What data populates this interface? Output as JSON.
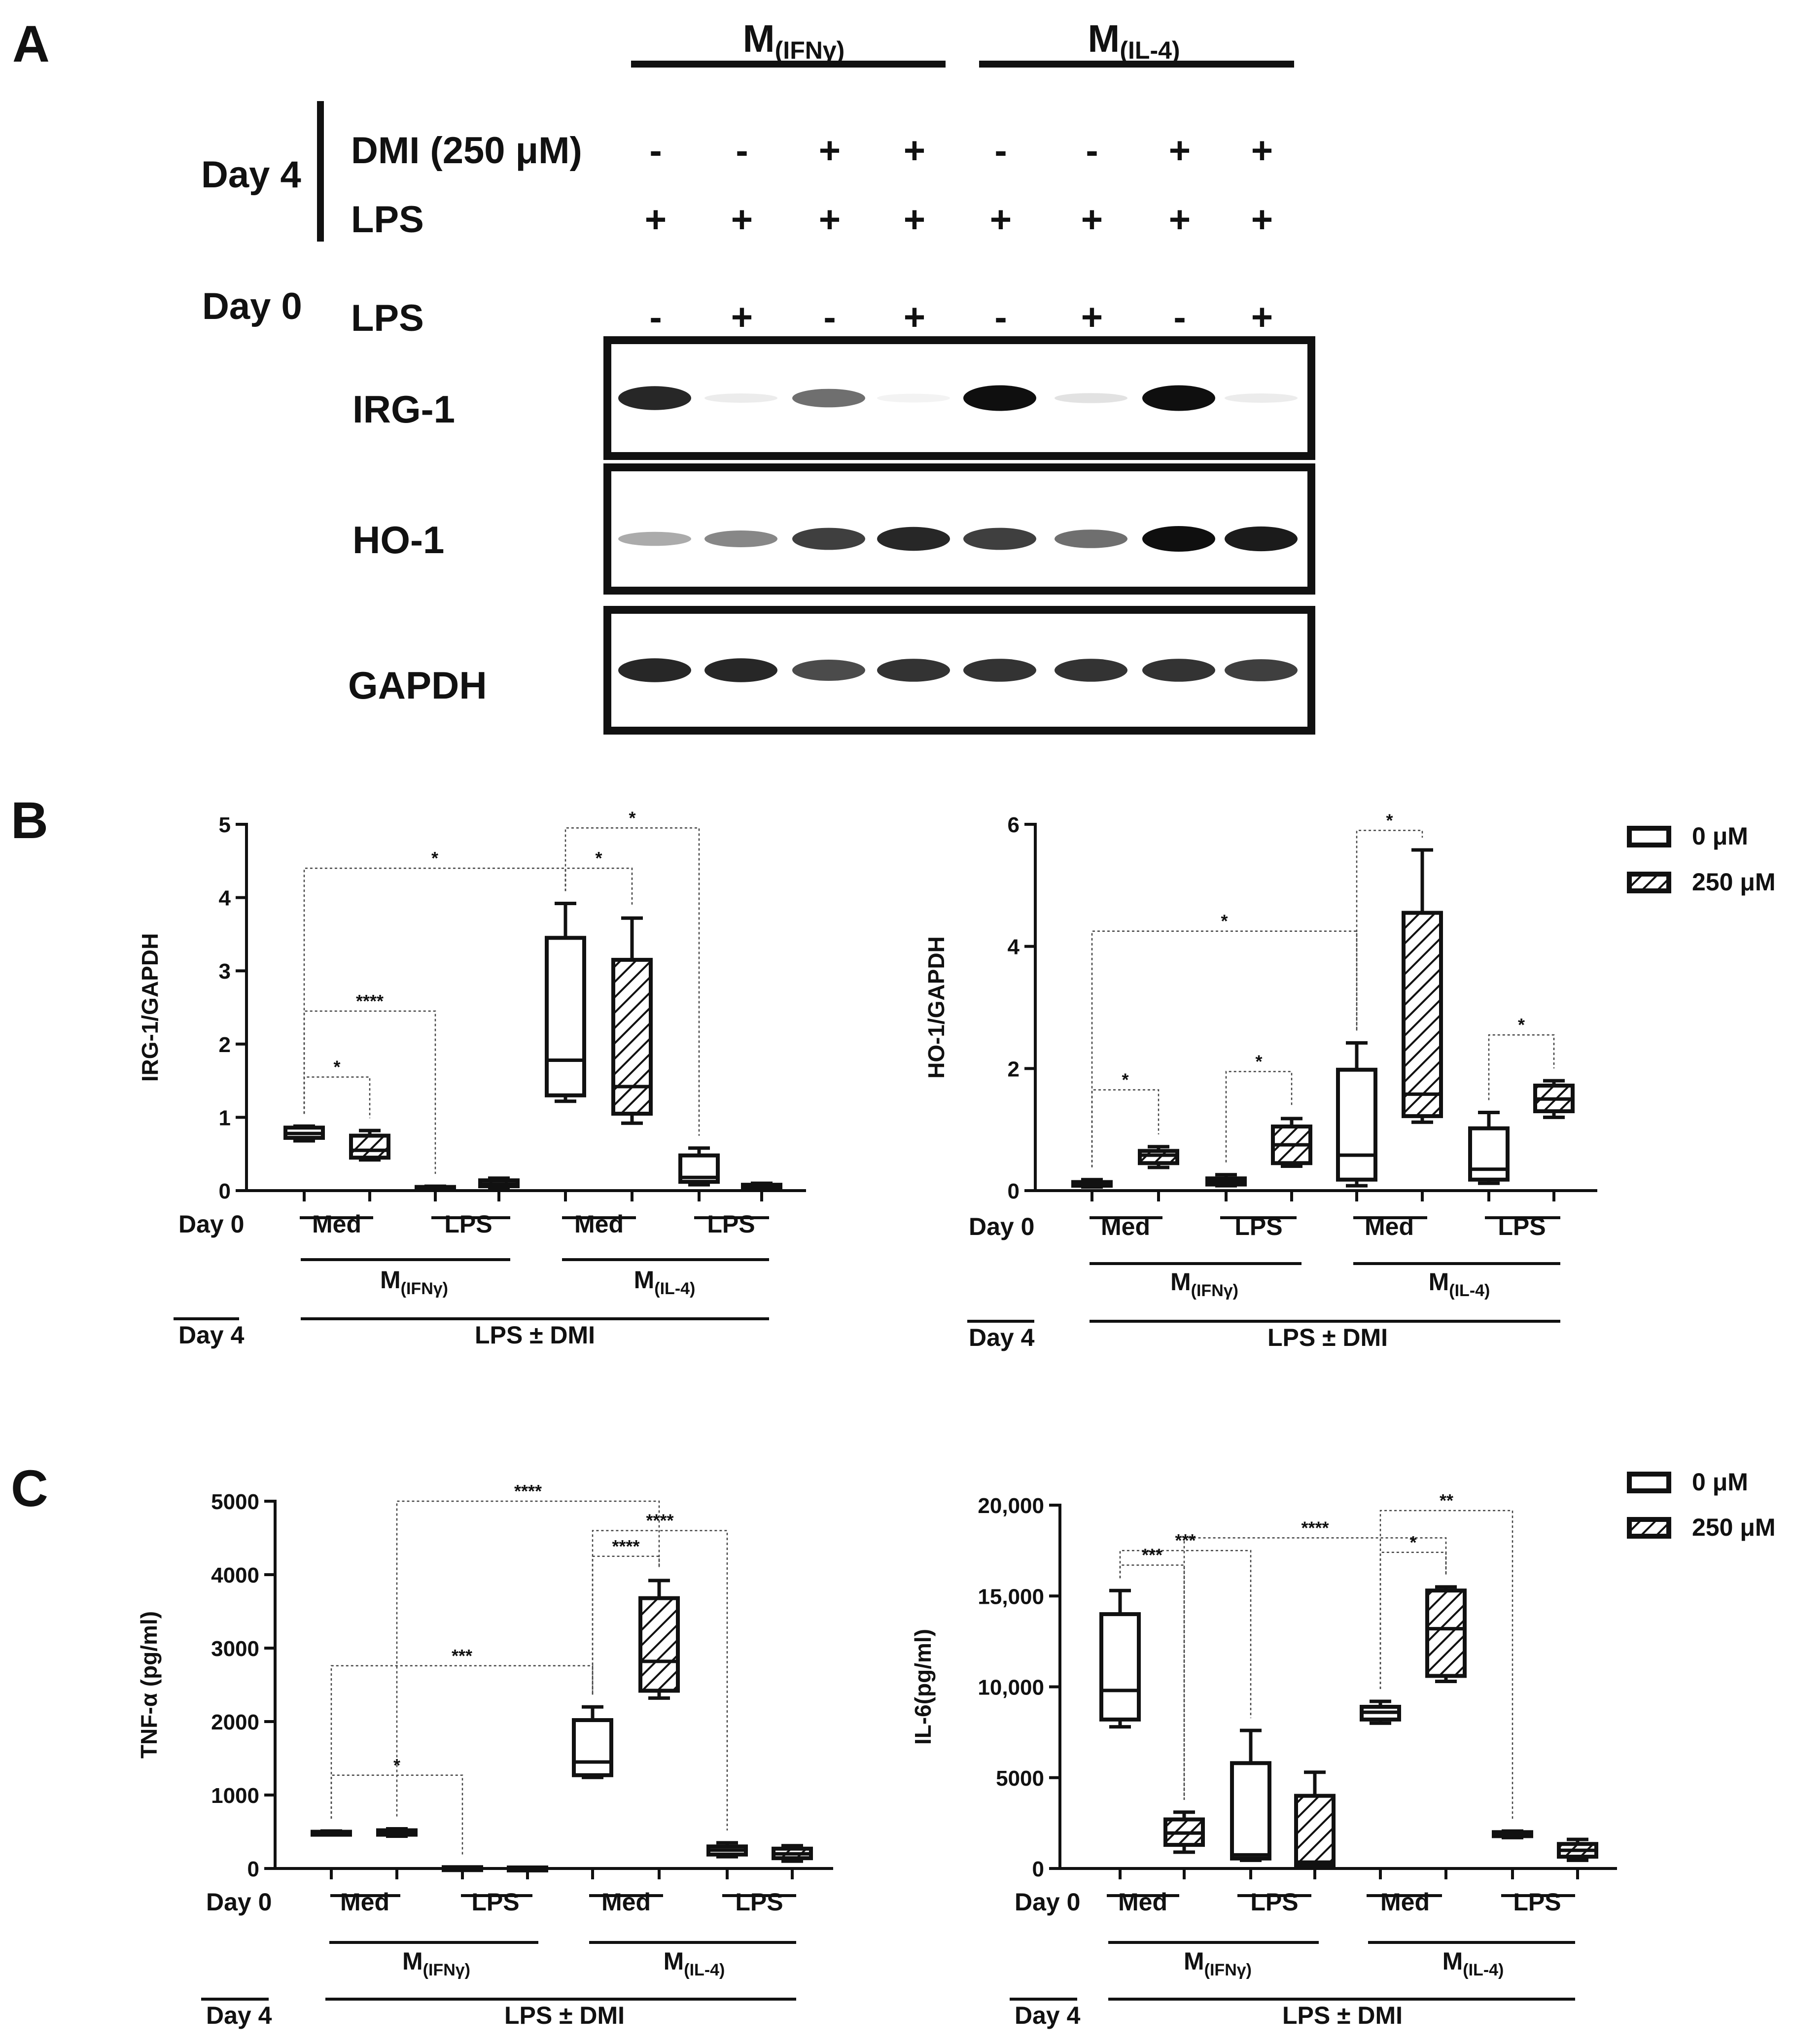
{
  "panels": {
    "A": {
      "letter": "A",
      "groups": [
        {
          "main": "M",
          "sub": "(IFNγ)"
        },
        {
          "main": "M",
          "sub": "(IL-4)"
        }
      ],
      "day4_label": "Day 4",
      "day0_label": "Day 0",
      "rows": [
        {
          "label": "DMI (250 μM)",
          "values": [
            "-",
            "-",
            "+",
            "+",
            "-",
            "-",
            "+",
            "+"
          ]
        },
        {
          "label": "LPS",
          "values": [
            "+",
            "+",
            "+",
            "+",
            "+",
            "+",
            "+",
            "+"
          ]
        },
        {
          "label": "LPS",
          "values": [
            "-",
            "+",
            "-",
            "+",
            "-",
            "+",
            "-",
            "+"
          ]
        }
      ],
      "blots": [
        {
          "label": "IRG-1",
          "intensity": [
            0.9,
            0.08,
            0.6,
            0.05,
            1.0,
            0.12,
            1.0,
            0.08
          ]
        },
        {
          "label": "HO-1",
          "intensity": [
            0.35,
            0.5,
            0.8,
            0.9,
            0.8,
            0.6,
            1.0,
            0.95
          ]
        },
        {
          "label": "GAPDH",
          "intensity": [
            0.9,
            0.9,
            0.75,
            0.85,
            0.85,
            0.85,
            0.85,
            0.8
          ]
        }
      ]
    },
    "B": {
      "letter": "B"
    },
    "C": {
      "letter": "C"
    }
  },
  "axis_common": {
    "day0_label": "Day 0",
    "day4_label": "Day 4",
    "med_label": "Med",
    "lps_label": "LPS",
    "group1_main": "M",
    "group1_sub": "(IFNγ)",
    "group2_main": "M",
    "group2_sub": "(IL-4)",
    "treatment_label": "LPS ± DMI"
  },
  "legend": {
    "entries": [
      "0 μM",
      "250 μM"
    ]
  },
  "chart_data": [
    {
      "type": "box",
      "ylabel": "IRG-1/GAPDH",
      "ylim": [
        0,
        5
      ],
      "yticks": [
        "0",
        "1",
        "2",
        "3",
        "4",
        "5"
      ],
      "ytick_values": [
        0,
        1,
        2,
        3,
        4,
        5
      ],
      "series_names": [
        "0 μM",
        "250 μM"
      ],
      "boxes": [
        {
          "group": "M(IFNγ) Med",
          "dmi": "0 μM",
          "min": 0.68,
          "q1": 0.72,
          "median": 0.78,
          "q3": 0.86,
          "max": 0.88
        },
        {
          "group": "M(IFNγ) Med",
          "dmi": "250 μM",
          "min": 0.42,
          "q1": 0.45,
          "median": 0.55,
          "q3": 0.75,
          "max": 0.82
        },
        {
          "group": "M(IFNγ) LPS",
          "dmi": "0 μM",
          "min": 0.02,
          "q1": 0.03,
          "median": 0.04,
          "q3": 0.05,
          "max": 0.06
        },
        {
          "group": "M(IFNγ) LPS",
          "dmi": "250 μM",
          "min": 0.04,
          "q1": 0.06,
          "median": 0.09,
          "q3": 0.14,
          "max": 0.17
        },
        {
          "group": "M(IL-4) Med",
          "dmi": "0 μM",
          "min": 1.22,
          "q1": 1.3,
          "median": 1.78,
          "q3": 3.45,
          "max": 3.92
        },
        {
          "group": "M(IL-4) Med",
          "dmi": "250 μM",
          "min": 0.92,
          "q1": 1.05,
          "median": 1.42,
          "q3": 3.15,
          "max": 3.72
        },
        {
          "group": "M(IL-4) LPS",
          "dmi": "0 μM",
          "min": 0.08,
          "q1": 0.12,
          "median": 0.18,
          "q3": 0.48,
          "max": 0.58
        },
        {
          "group": "M(IL-4) LPS",
          "dmi": "250 μM",
          "min": 0.02,
          "q1": 0.03,
          "median": 0.05,
          "q3": 0.08,
          "max": 0.1
        }
      ],
      "significance": [
        {
          "label": "*",
          "from": 4,
          "to": 6,
          "y": 4.95
        },
        {
          "label": "*",
          "from": 0,
          "to": 4,
          "y": 4.4
        },
        {
          "label": "*",
          "from": 4,
          "to": 5,
          "y": 4.4
        },
        {
          "label": "****",
          "from": 0,
          "to": 2,
          "y": 2.45
        },
        {
          "label": "*",
          "from": 0,
          "to": 1,
          "y": 1.55
        }
      ]
    },
    {
      "type": "box",
      "ylabel": "HO-1/GAPDH",
      "ylim": [
        0,
        6
      ],
      "yticks": [
        "0",
        "2",
        "4",
        "6"
      ],
      "ytick_values": [
        0,
        2,
        4,
        6
      ],
      "series_names": [
        "0 μM",
        "250 μM"
      ],
      "boxes": [
        {
          "group": "M(IFNγ) Med",
          "dmi": "0 μM",
          "min": 0.06,
          "q1": 0.08,
          "median": 0.1,
          "q3": 0.14,
          "max": 0.18
        },
        {
          "group": "M(IFNγ) Med",
          "dmi": "250 μM",
          "min": 0.38,
          "q1": 0.45,
          "median": 0.58,
          "q3": 0.65,
          "max": 0.72
        },
        {
          "group": "M(IFNγ) LPS",
          "dmi": "0 μM",
          "min": 0.08,
          "q1": 0.1,
          "median": 0.15,
          "q3": 0.2,
          "max": 0.26
        },
        {
          "group": "M(IFNγ) LPS",
          "dmi": "250 μM",
          "min": 0.4,
          "q1": 0.45,
          "median": 0.75,
          "q3": 1.05,
          "max": 1.18
        },
        {
          "group": "M(IL-4) Med",
          "dmi": "0 μM",
          "min": 0.08,
          "q1": 0.18,
          "median": 0.58,
          "q3": 1.98,
          "max": 2.42
        },
        {
          "group": "M(IL-4) Med",
          "dmi": "250 μM",
          "min": 1.12,
          "q1": 1.22,
          "median": 1.58,
          "q3": 4.55,
          "max": 5.58
        },
        {
          "group": "M(IL-4) LPS",
          "dmi": "0 μM",
          "min": 0.12,
          "q1": 0.18,
          "median": 0.35,
          "q3": 1.02,
          "max": 1.28
        },
        {
          "group": "M(IL-4) LPS",
          "dmi": "250 μM",
          "min": 1.2,
          "q1": 1.3,
          "median": 1.5,
          "q3": 1.72,
          "max": 1.8
        }
      ],
      "significance": [
        {
          "label": "*",
          "from": 4,
          "to": 5,
          "y": 5.9
        },
        {
          "label": "*",
          "from": 0,
          "to": 4,
          "y": 4.25
        },
        {
          "label": "*",
          "from": 6,
          "to": 7,
          "y": 2.55
        },
        {
          "label": "*",
          "from": 0,
          "to": 1,
          "y": 1.65
        },
        {
          "label": "*",
          "from": 2,
          "to": 3,
          "y": 1.95
        }
      ]
    },
    {
      "type": "box",
      "ylabel": "TNF-α (pg/ml)",
      "ylim": [
        0,
        5000
      ],
      "yticks": [
        "0",
        "1000",
        "2000",
        "3000",
        "4000",
        "5000"
      ],
      "ytick_values": [
        0,
        1000,
        2000,
        3000,
        4000,
        5000
      ],
      "series_names": [
        "0 μM",
        "250 μM"
      ],
      "boxes": [
        {
          "group": "M(IFNγ) Med",
          "dmi": "0 μM",
          "min": 470,
          "q1": 480,
          "median": 490,
          "q3": 500,
          "max": 510
        },
        {
          "group": "M(IFNγ) Med",
          "dmi": "250 μM",
          "min": 440,
          "q1": 460,
          "median": 490,
          "q3": 520,
          "max": 540
        },
        {
          "group": "M(IFNγ) LPS",
          "dmi": "0 μM",
          "min": 10,
          "q1": 12,
          "median": 15,
          "q3": 18,
          "max": 20
        },
        {
          "group": "M(IFNγ) LPS",
          "dmi": "250 μM",
          "min": 8,
          "q1": 10,
          "median": 12,
          "q3": 14,
          "max": 16
        },
        {
          "group": "M(IL-4) Med",
          "dmi": "0 μM",
          "min": 1240,
          "q1": 1270,
          "median": 1450,
          "q3": 2020,
          "max": 2200
        },
        {
          "group": "M(IL-4) Med",
          "dmi": "250 μM",
          "min": 2320,
          "q1": 2420,
          "median": 2820,
          "q3": 3680,
          "max": 3920
        },
        {
          "group": "M(IL-4) LPS",
          "dmi": "0 μM",
          "min": 160,
          "q1": 190,
          "median": 250,
          "q3": 300,
          "max": 350
        },
        {
          "group": "M(IL-4) LPS",
          "dmi": "250 μM",
          "min": 100,
          "q1": 140,
          "median": 200,
          "q3": 270,
          "max": 310
        }
      ],
      "significance": [
        {
          "label": "****",
          "from": 1,
          "to": 5,
          "y": 5000
        },
        {
          "label": "****",
          "from": 4,
          "to": 6,
          "y": 4600
        },
        {
          "label": "****",
          "from": 4,
          "to": 5,
          "y": 4250
        },
        {
          "label": "***",
          "from": 0,
          "to": 4,
          "y": 2760
        },
        {
          "label": "*",
          "from": 0,
          "to": 2,
          "y": 1270
        }
      ]
    },
    {
      "type": "box",
      "ylabel": "IL-6(pg/ml)",
      "ylim": [
        0,
        20000
      ],
      "yticks": [
        "0",
        "5000",
        "10,000",
        "15,000",
        "20,000"
      ],
      "ytick_values": [
        0,
        5000,
        10000,
        15000,
        20000
      ],
      "series_names": [
        "0 μM",
        "250 μM"
      ],
      "boxes": [
        {
          "group": "M(IFNγ) Med",
          "dmi": "0 μM",
          "min": 7800,
          "q1": 8200,
          "median": 9800,
          "q3": 14000,
          "max": 15300
        },
        {
          "group": "M(IFNγ) Med",
          "dmi": "250 μM",
          "min": 900,
          "q1": 1300,
          "median": 1950,
          "q3": 2700,
          "max": 3100
        },
        {
          "group": "M(IFNγ) LPS",
          "dmi": "0 μM",
          "min": 450,
          "q1": 550,
          "median": 750,
          "q3": 5800,
          "max": 7600
        },
        {
          "group": "M(IFNγ) LPS",
          "dmi": "250 μM",
          "min": 80,
          "q1": 180,
          "median": 350,
          "q3": 4000,
          "max": 5300
        },
        {
          "group": "M(IL-4) Med",
          "dmi": "0 μM",
          "min": 8000,
          "q1": 8200,
          "median": 8600,
          "q3": 8900,
          "max": 9200
        },
        {
          "group": "M(IL-4) Med",
          "dmi": "250 μM",
          "min": 10300,
          "q1": 10600,
          "median": 13200,
          "q3": 15300,
          "max": 15500
        },
        {
          "group": "M(IL-4) LPS",
          "dmi": "0 μM",
          "min": 1700,
          "q1": 1780,
          "median": 1900,
          "q3": 2000,
          "max": 2060
        },
        {
          "group": "M(IL-4) LPS",
          "dmi": "250 μM",
          "min": 450,
          "q1": 650,
          "median": 1000,
          "q3": 1350,
          "max": 1600
        }
      ],
      "significance": [
        {
          "label": "**",
          "from": 4,
          "to": 6,
          "y": 19700
        },
        {
          "label": "****",
          "from": 1,
          "to": 5,
          "y": 18200
        },
        {
          "label": "*",
          "from": 4,
          "to": 5,
          "y": 17400
        },
        {
          "label": "***",
          "from": 0,
          "to": 2,
          "y": 17500
        },
        {
          "label": "***",
          "from": 0,
          "to": 1,
          "y": 16700
        }
      ]
    }
  ]
}
